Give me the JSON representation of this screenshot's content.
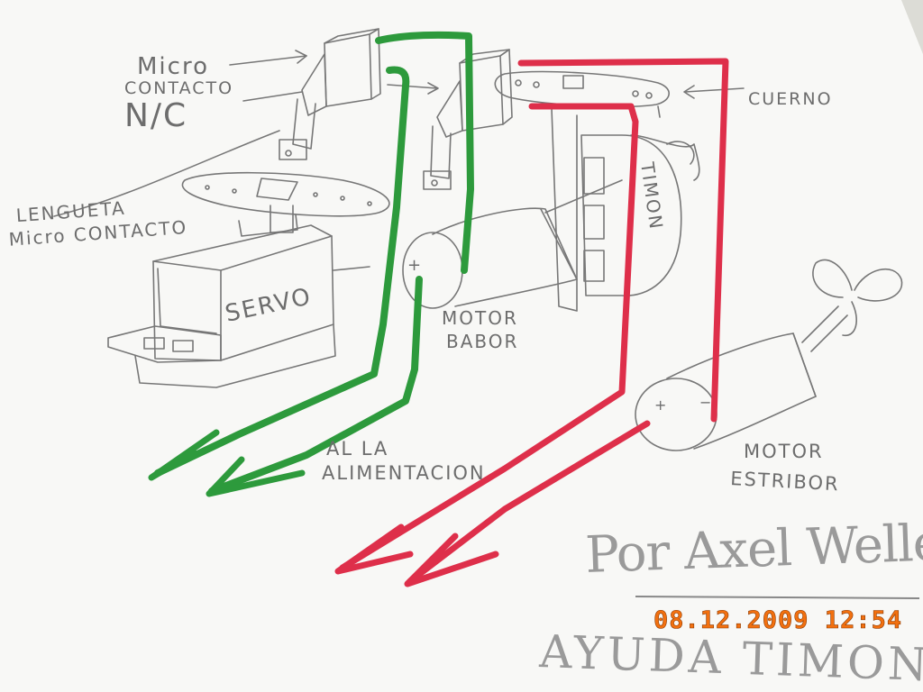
{
  "labels": {
    "micro_contacto_1": "Micro",
    "micro_contacto_2": "CONTACTO",
    "micro_contacto_3": "N/C",
    "lengueta_1": "LENGUETA",
    "lengueta_2": "Micro CONTACTO",
    "servo": "SERVO",
    "cuerno": "CUERNO",
    "timon": "TIMON",
    "motor_babor_1": "MOTOR",
    "motor_babor_2": "BABOR",
    "alimentacion_1": "AL LA",
    "alimentacion_2": "ALIMENTACION",
    "motor_estribor_1": "MOTOR",
    "motor_estribor_2": "ESTRIBOR",
    "plus": "+",
    "minus": "−"
  },
  "author": "Por Axel Weller",
  "title": "AYUDA TIMON",
  "timestamp": "08.12.2009 12:54",
  "colors": {
    "paper": "#f8f8f6",
    "pencil": "#777777",
    "green_wire": "#2d9a3c",
    "red_wire": "#de2f4a",
    "stamp": "#f2700f"
  }
}
